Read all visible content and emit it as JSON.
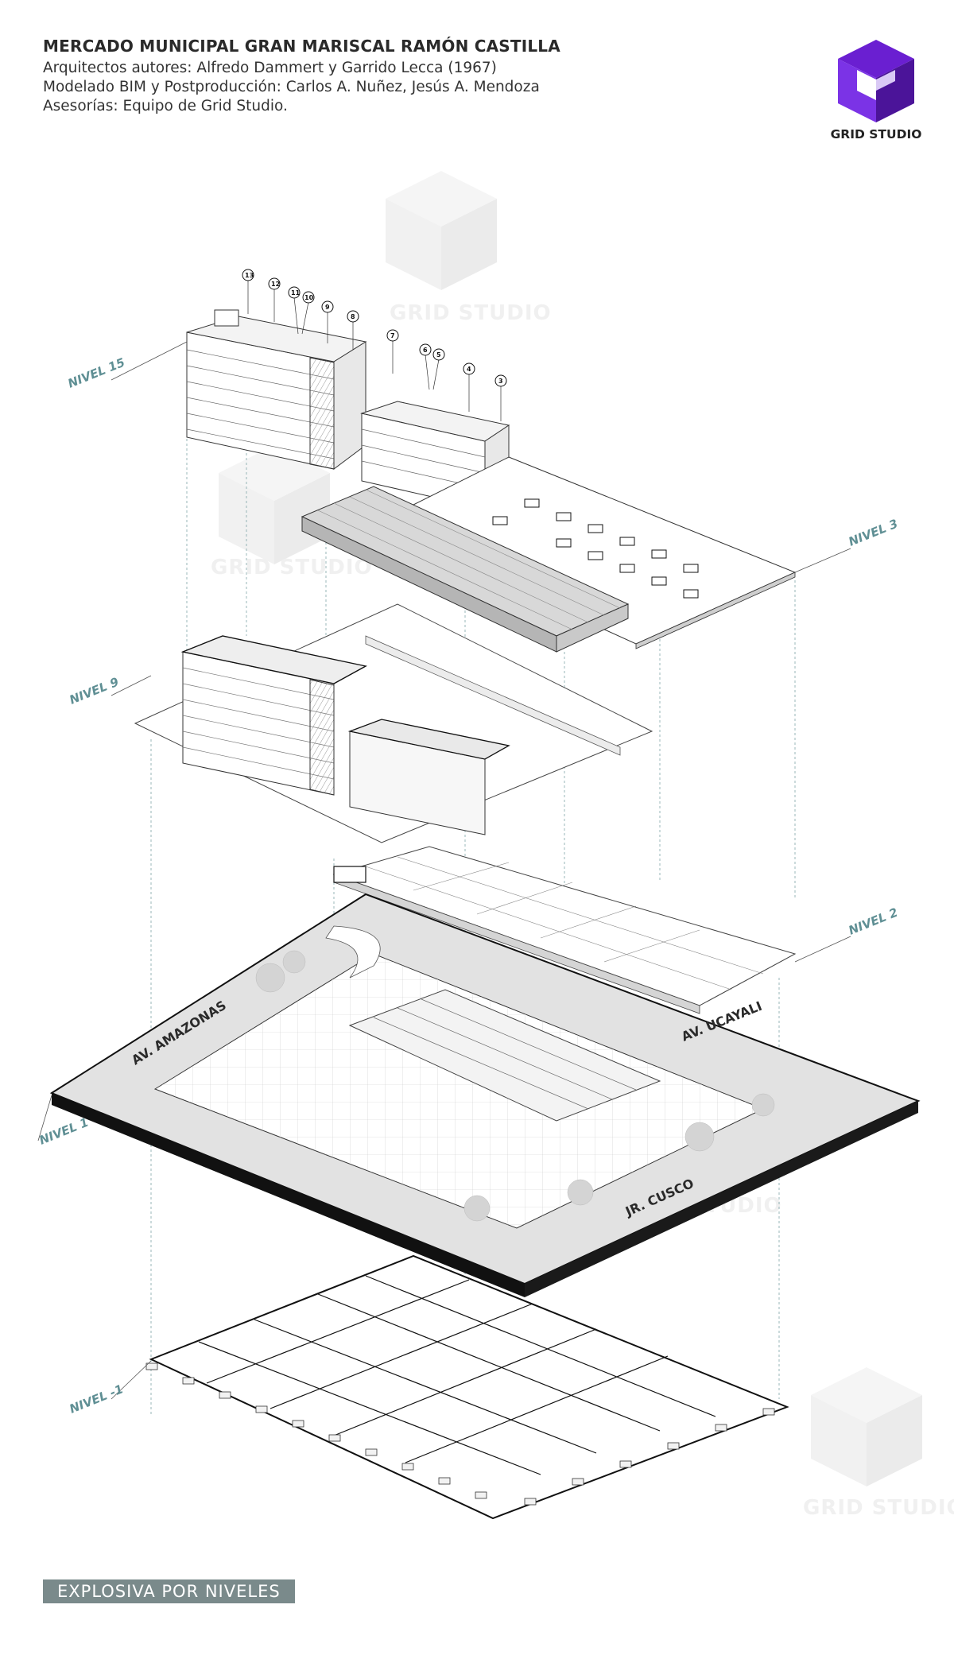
{
  "header": {
    "title": "MERCADO MUNICIPAL GRAN MARISCAL RAMÓN CASTILLA",
    "credits": [
      "Arquitectos autores: Alfredo Dammert y Garrido Lecca (1967)",
      "Modelado BIM y Postproducción: Carlos A. Nuñez, Jesús A. Mendoza",
      "Asesorías: Equipo de Grid Studio."
    ]
  },
  "logo": {
    "text": "GRID STUDIO",
    "color_top": "#6a1fd1",
    "color_left": "#7b33e6",
    "color_right": "#4b1499"
  },
  "watermark": {
    "text": "GRID STUDIO"
  },
  "levels": {
    "nivel15": "NIVEL 15",
    "nivel9": "NIVEL 9",
    "nivel3": "NIVEL 3",
    "nivel2": "NIVEL 2",
    "nivel1": "NIVEL 1",
    "nivelm1": "NIVEL -1"
  },
  "roads": {
    "amazonas": "AV. AMAZONAS",
    "ucayali": "AV. UCAYALI",
    "sur": "JR. CUSCO"
  },
  "callouts": [
    "13",
    "12",
    "11",
    "10",
    "9",
    "8",
    "7",
    "6",
    "5",
    "4",
    "3"
  ],
  "footer": {
    "label": "EXPLOSIVA POR NIVELES"
  },
  "colors": {
    "accent": "#5f8f94",
    "footer_bg": "#7a8a8b",
    "slab_edge": "#111111"
  }
}
